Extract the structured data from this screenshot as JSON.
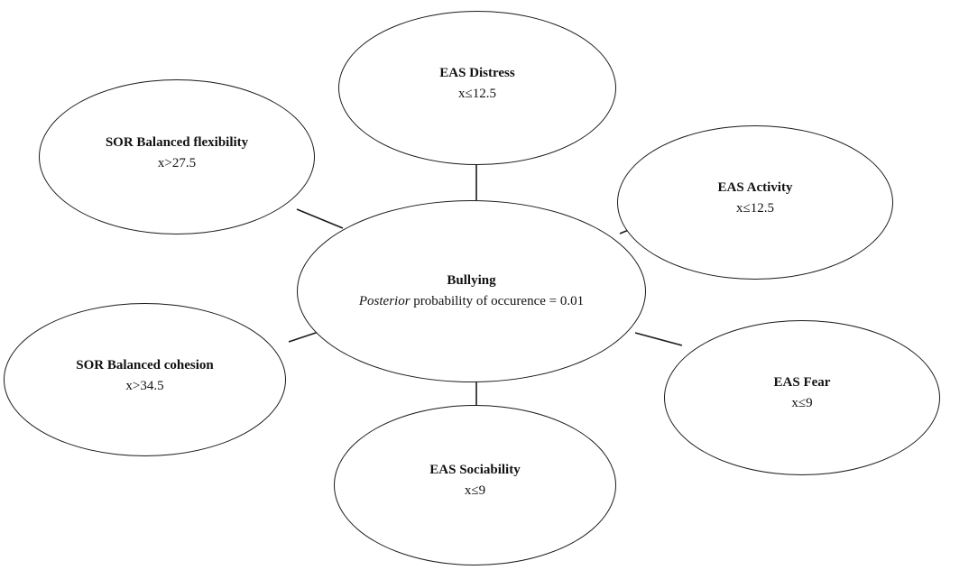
{
  "nodes": {
    "center": {
      "title": "Bullying",
      "subtitle_italic": "Posterior",
      "subtitle_rest": " probability of occurence = 0.01"
    },
    "eas_distress": {
      "title": "EAS Distress",
      "value": "x≤12.5"
    },
    "sor_balanced_flexibility": {
      "title": "SOR Balanced flexibility",
      "value": "x>27.5"
    },
    "eas_activity": {
      "title": "EAS Activity",
      "value": "x≤12.5"
    },
    "sor_balanced_cohesion": {
      "title": "SOR Balanced cohesion",
      "value": "x>34.5"
    },
    "eas_fear": {
      "title": "EAS Fear",
      "value": "x≤9"
    },
    "eas_sociability": {
      "title": "EAS Sociability",
      "value": "x≤9"
    }
  },
  "colors": {
    "stroke": "#1a1a1a",
    "background": "#ffffff"
  }
}
